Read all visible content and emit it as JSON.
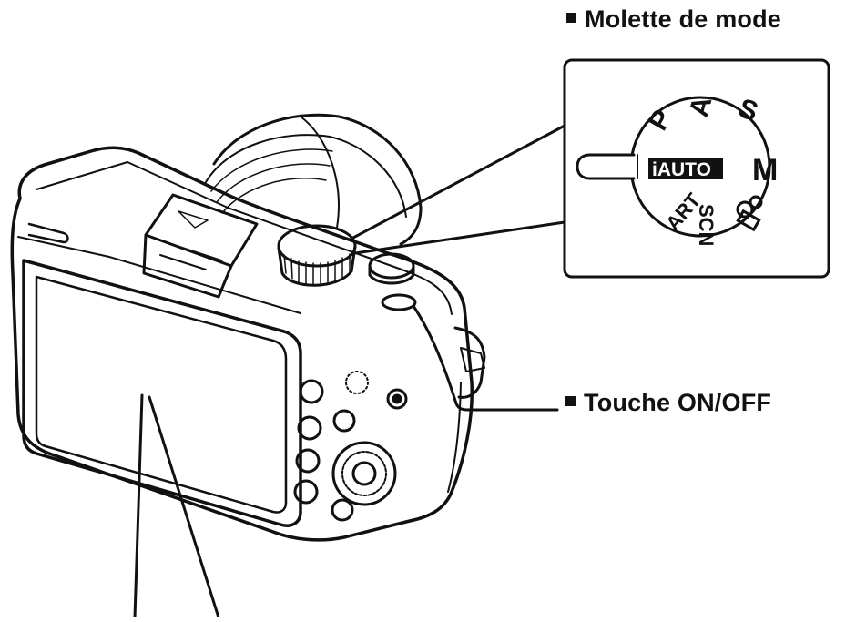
{
  "labels": {
    "mode_dial": "Molette de mode",
    "on_off_button": "Touche ON/OFF"
  },
  "mode_dial_positions": {
    "iauto": "iAUTO",
    "p": "P",
    "a": "A",
    "s": "S",
    "m": "M",
    "movie": "movie-camera-icon",
    "scn": "SCN",
    "art": "ART"
  },
  "colors": {
    "line": "#111111",
    "background": "#ffffff"
  }
}
